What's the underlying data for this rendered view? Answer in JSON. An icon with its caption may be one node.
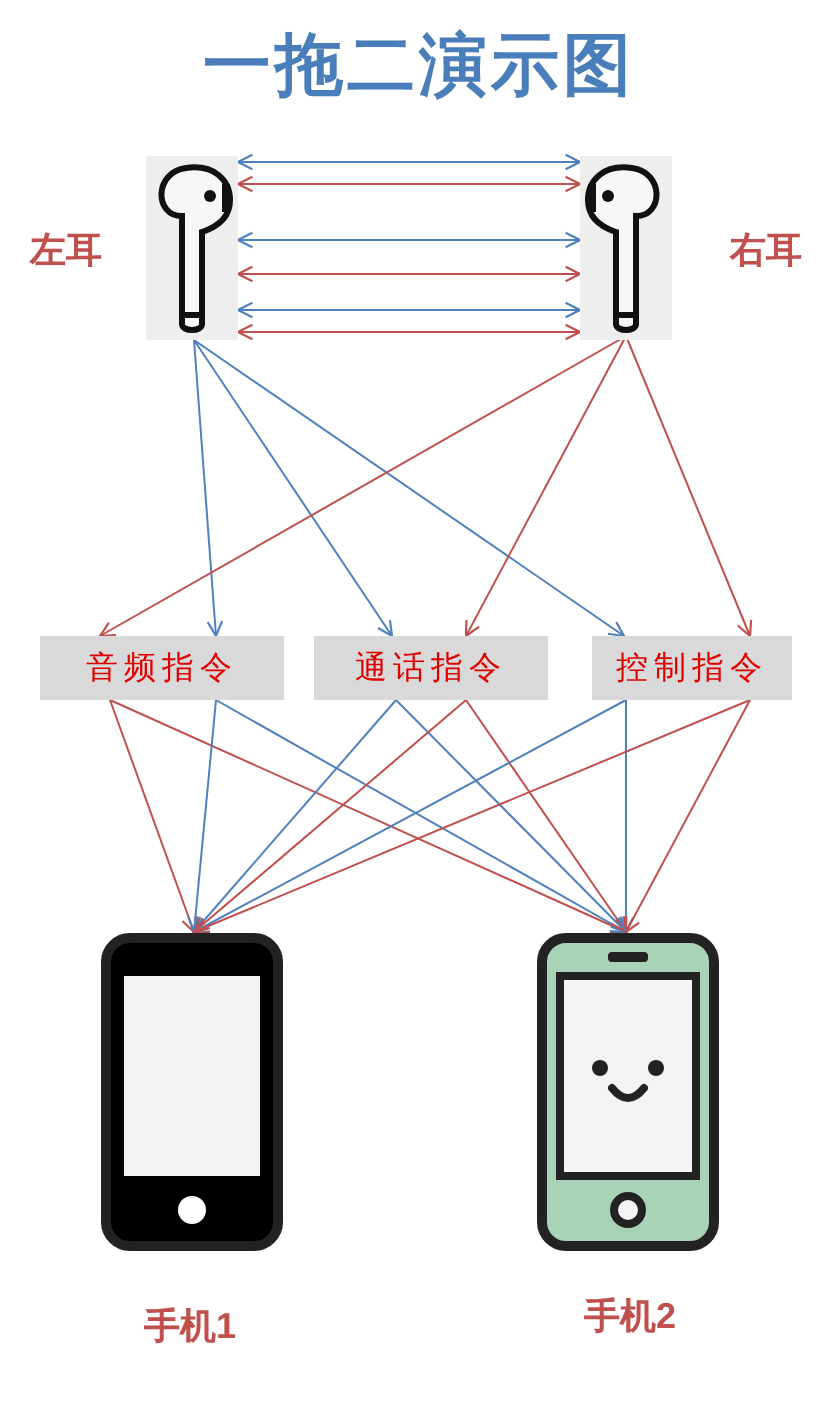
{
  "diagram": {
    "title": "一拖二演示图",
    "nodes": [
      {
        "text": [],
        "shape": "picture",
        "beside": [
          "左耳"
        ]
      },
      {
        "text": [],
        "shape": "picture",
        "beside": [
          "右耳"
        ]
      },
      {
        "text": [
          "音频指令"
        ]
      },
      {
        "text": [
          "通话指令"
        ]
      },
      {
        "text": [
          "控制指令"
        ]
      },
      {
        "text": [],
        "shape": "picture",
        "beside": [
          "手机1"
        ]
      },
      {
        "text": [],
        "shape": "picture",
        "beside": [
          "手机2"
        ]
      }
    ],
    "edges": [
      {
        "from": 0,
        "to": 1,
        "arrow": "both",
        "color": "#4f81bd"
      },
      {
        "from": 0,
        "to": 1,
        "arrow": "both",
        "color": "#c0504d"
      },
      {
        "from": 0,
        "to": 1,
        "arrow": "both",
        "color": "#4f81bd"
      },
      {
        "from": 0,
        "to": 1,
        "arrow": "both",
        "color": "#c0504d"
      },
      {
        "from": 0,
        "to": 1,
        "arrow": "both",
        "color": "#4f81bd"
      },
      {
        "from": 0,
        "to": 1,
        "arrow": "both",
        "color": "#c0504d"
      },
      {
        "from": 0,
        "to": 2,
        "arrow": "to",
        "color": "#4f81bd"
      },
      {
        "from": 0,
        "to": 3,
        "arrow": "to",
        "color": "#4f81bd"
      },
      {
        "from": 0,
        "to": 4,
        "arrow": "to",
        "color": "#4f81bd"
      },
      {
        "from": 1,
        "to": 2,
        "arrow": "to",
        "color": "#c0504d"
      },
      {
        "from": 1,
        "to": 3,
        "arrow": "to",
        "color": "#c0504d"
      },
      {
        "from": 1,
        "to": 4,
        "arrow": "to",
        "color": "#c0504d"
      },
      {
        "from": 2,
        "to": 5,
        "arrow": "to",
        "color": "#c0504d"
      },
      {
        "from": 2,
        "to": 6,
        "arrow": "to",
        "color": "#c0504d"
      },
      {
        "from": 2,
        "to": 5,
        "arrow": "to",
        "color": "#4f81bd"
      },
      {
        "from": 2,
        "to": 6,
        "arrow": "to",
        "color": "#4f81bd"
      },
      {
        "from": 3,
        "to": 5,
        "arrow": "to",
        "color": "#4f81bd"
      },
      {
        "from": 3,
        "to": 6,
        "arrow": "to",
        "color": "#4f81bd"
      },
      {
        "from": 3,
        "to": 5,
        "arrow": "to",
        "color": "#c0504d"
      },
      {
        "from": 3,
        "to": 6,
        "arrow": "to",
        "color": "#c0504d"
      },
      {
        "from": 4,
        "to": 5,
        "arrow": "to",
        "color": "#4f81bd"
      },
      {
        "from": 4,
        "to": 6,
        "arrow": "to",
        "color": "#4f81bd"
      },
      {
        "from": 4,
        "to": 5,
        "arrow": "to",
        "color": "#c0504d"
      },
      {
        "from": 4,
        "to": 6,
        "arrow": "to",
        "color": "#c0504d"
      }
    ]
  }
}
